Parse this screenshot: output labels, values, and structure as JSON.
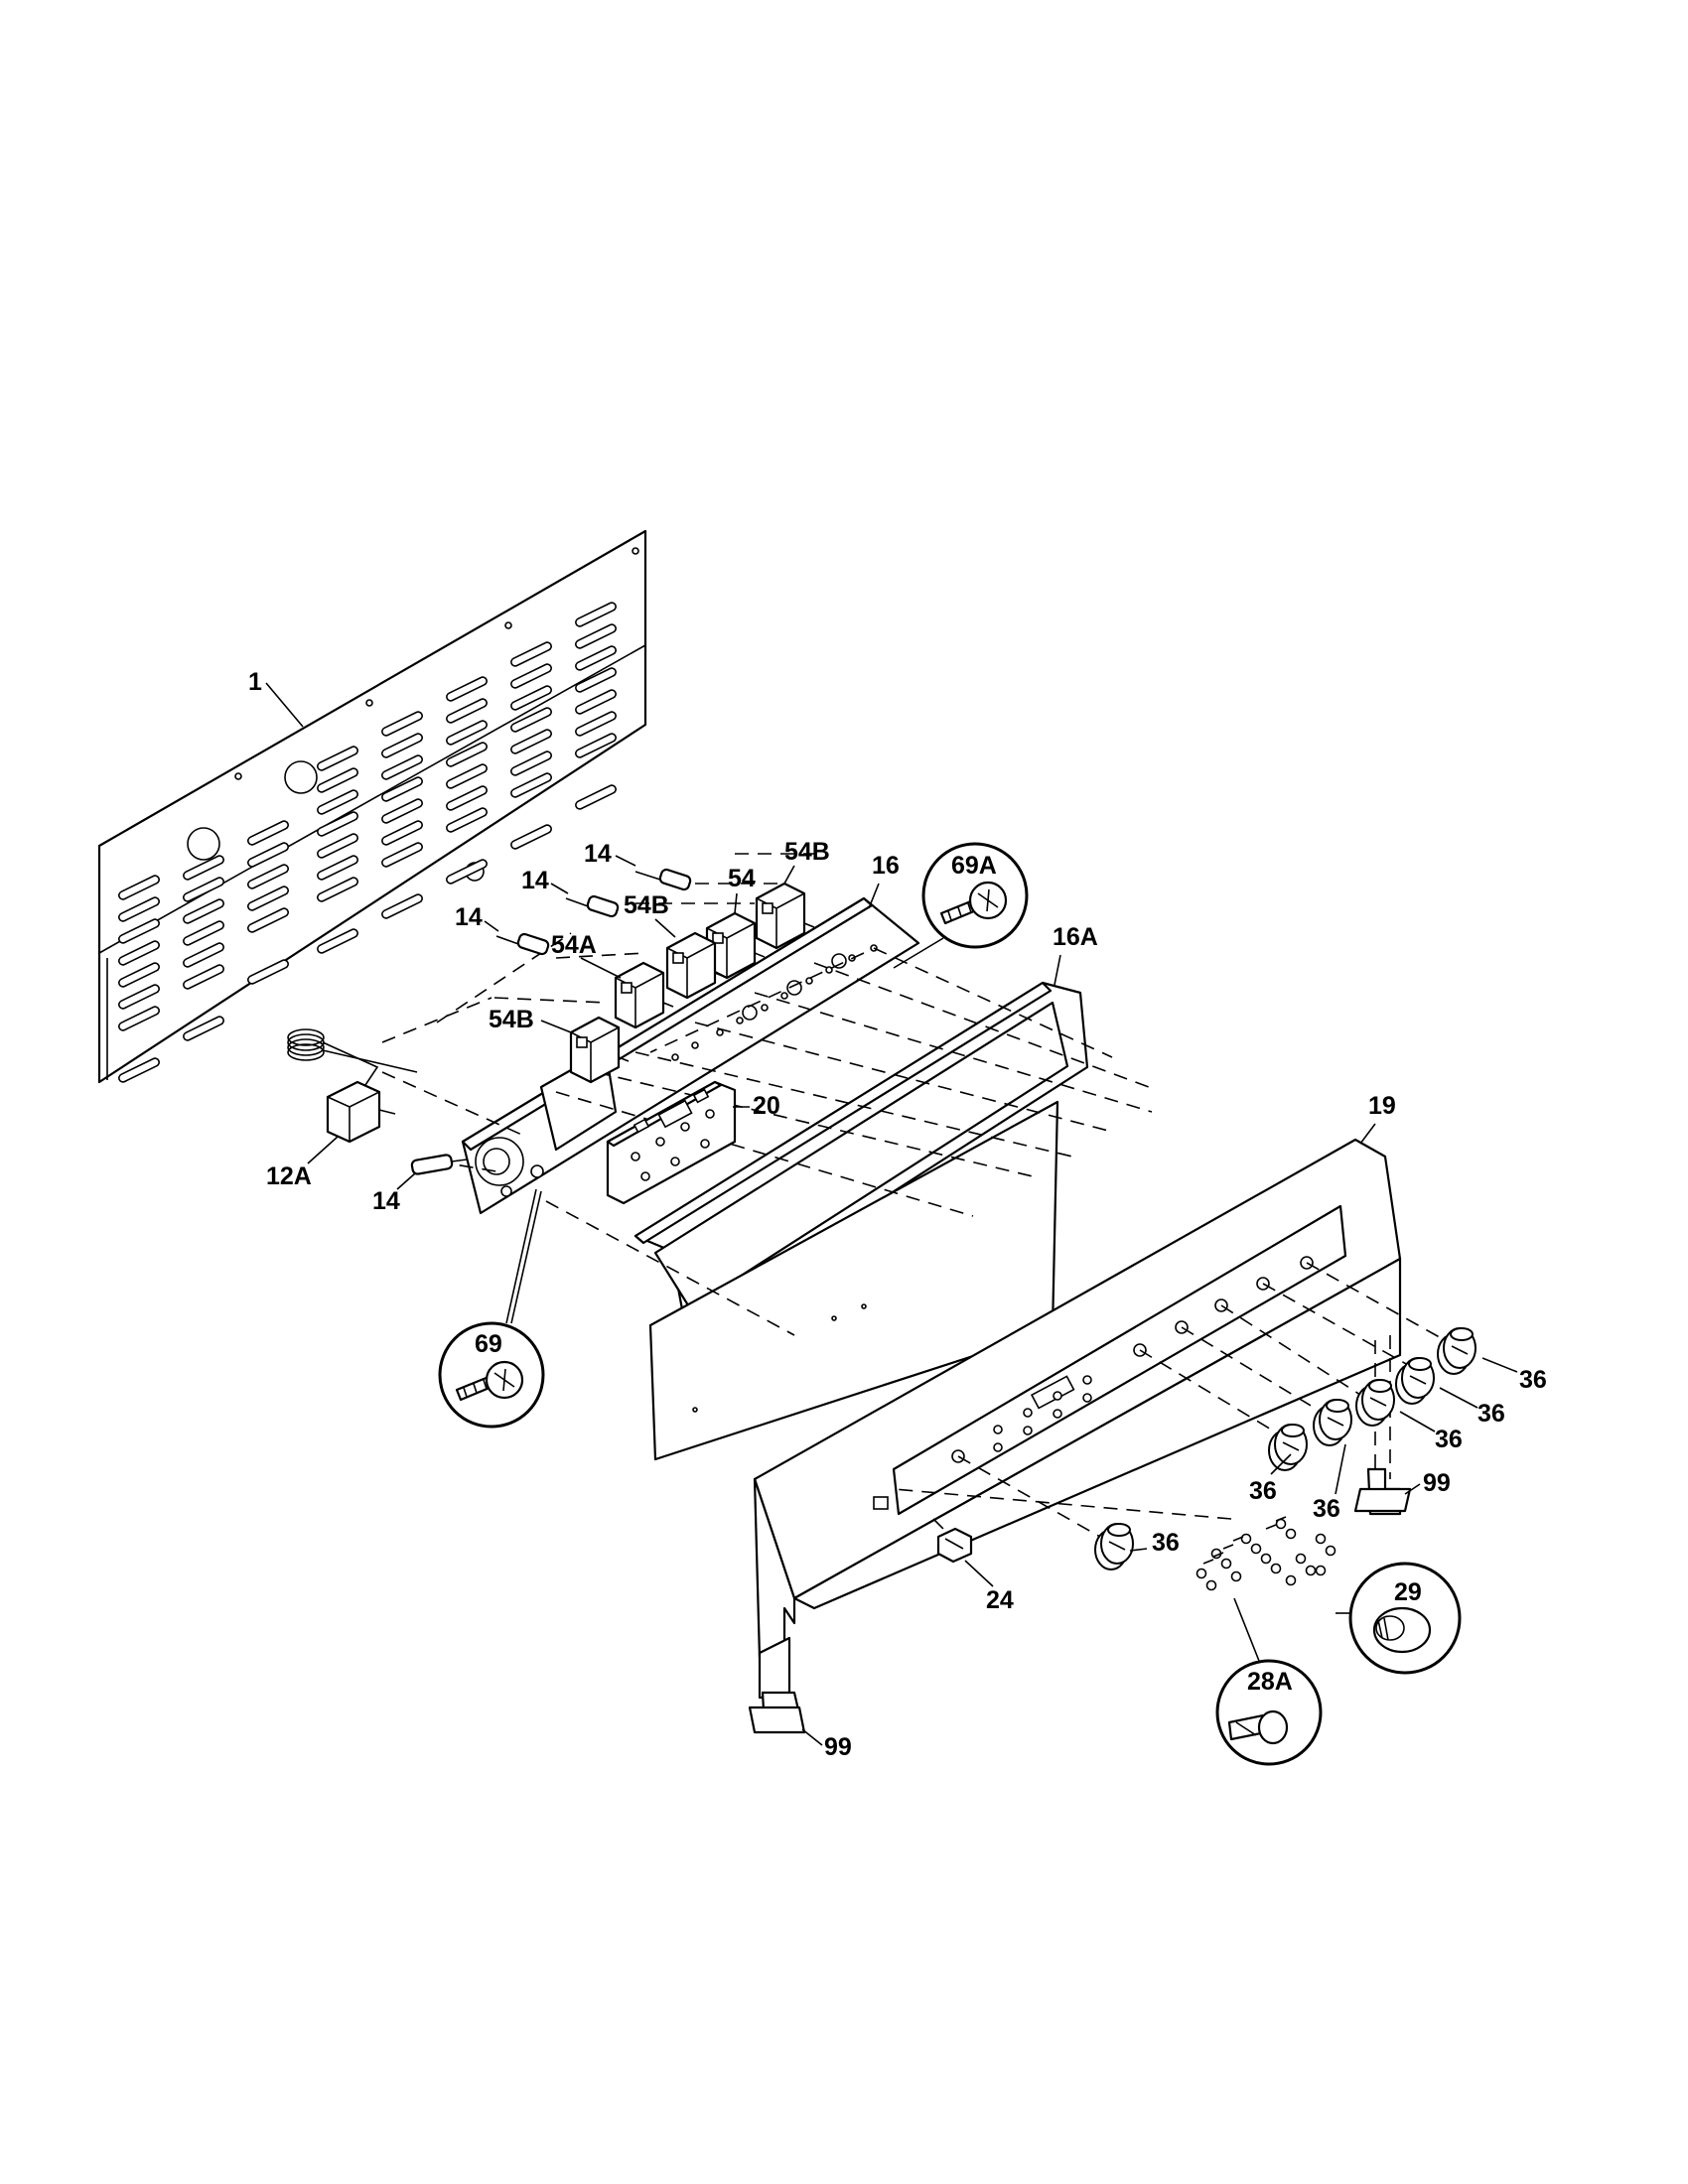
{
  "labels": {
    "p1": "1",
    "p14a": "14",
    "p14b": "14",
    "p14c": "14",
    "p14d": "14",
    "p54": "54",
    "p54b1": "54B",
    "p54b2": "54B",
    "p54b3": "54B",
    "p54a": "54A",
    "p16": "16",
    "p16a": "16A",
    "p69a": "69A",
    "p12a": "12A",
    "p20": "20",
    "p69": "69",
    "p19": "19",
    "p36a": "36",
    "p36b": "36",
    "p36c": "36",
    "p36d": "36",
    "p36e": "36",
    "p36f": "36",
    "p99a": "99",
    "p99b": "99",
    "p24": "24",
    "p29": "29",
    "p28a": "28A"
  }
}
